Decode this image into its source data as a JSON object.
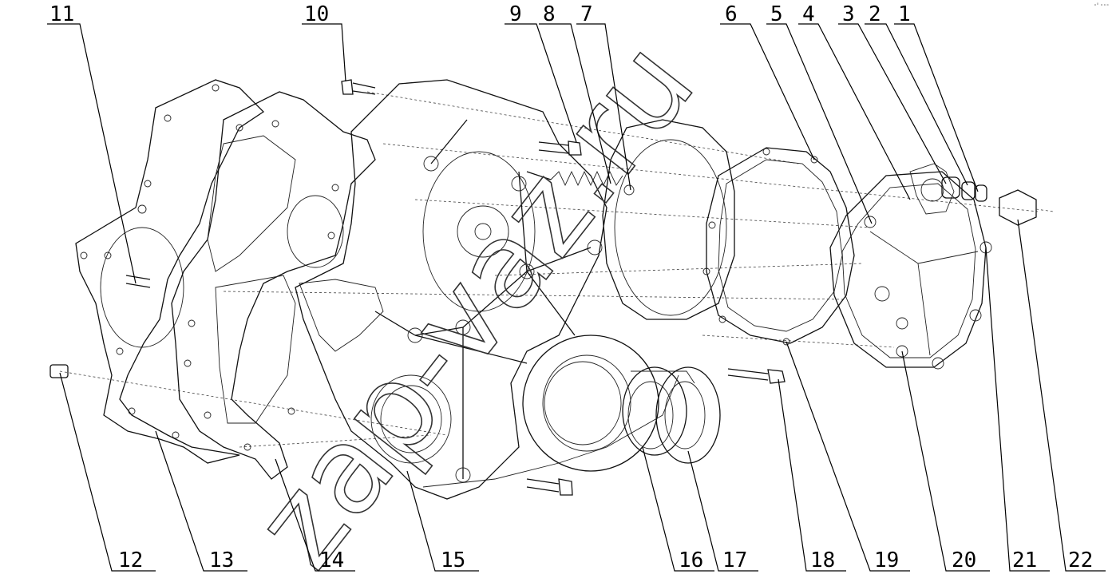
{
  "watermark": "zap-vaz.ru",
  "corner_mark": "∘⁰ ∘∘∘",
  "callouts": [
    "1",
    "2",
    "3",
    "4",
    "5",
    "6",
    "7",
    "8",
    "9",
    "10",
    "11",
    "12",
    "13",
    "14",
    "15",
    "16",
    "17",
    "18",
    "19",
    "20",
    "21",
    "22"
  ]
}
